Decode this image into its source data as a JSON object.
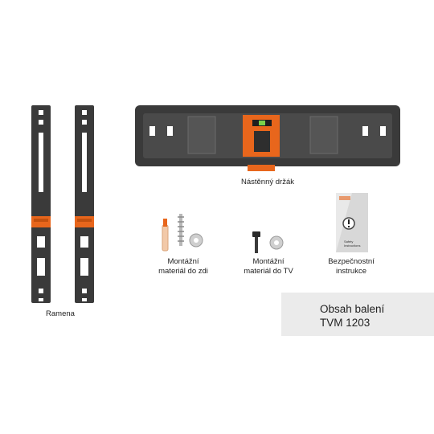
{
  "labels": {
    "arms": "Ramena",
    "wall_bracket": "Nástěnný držák",
    "wall_material_line1": "Montážní",
    "wall_material_line2": "materiál do zdi",
    "tv_material_line1": "Montážní",
    "tv_material_line2": "materiál do TV",
    "safety_line1": "Bezpečnostní",
    "safety_line2": "instrukce"
  },
  "title": {
    "line1": "Obsah balení",
    "line2": "TVM 1203"
  },
  "leaflet": {
    "line1": "Safety",
    "line2": "Instructions"
  },
  "colors": {
    "frame": "#3a3a3a",
    "accent": "#e8661c",
    "panel": "#ebebeb"
  }
}
